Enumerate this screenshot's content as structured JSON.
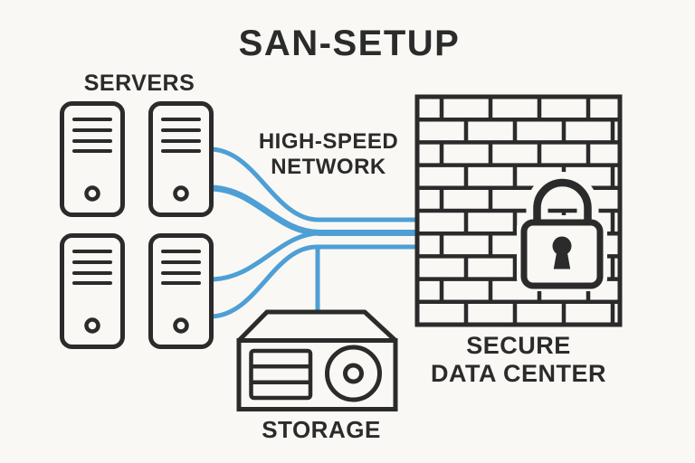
{
  "title": "SAN-SETUP",
  "labels": {
    "servers": "SERVERS",
    "network": {
      "line1": "HIGH-SPEED",
      "line2": "NETWORK"
    },
    "data_center": {
      "line1": "SECURE",
      "line2": "DATA CENTER"
    },
    "storage": "STORAGE"
  },
  "colors": {
    "background": "#FAF8F4",
    "line": "#2B2B2B",
    "network_accent": "#4D9FD6"
  },
  "icons": {
    "servers": "server-tower-icon",
    "firewall": "brick-wall-icon",
    "lock": "padlock-icon",
    "storage": "storage-array-icon",
    "network": "network-cables"
  },
  "diagram": {
    "type": "network-architecture",
    "nodes": [
      {
        "id": "servers",
        "label": "SERVERS",
        "count": 4
      },
      {
        "id": "network",
        "label": "HIGH-SPEED NETWORK"
      },
      {
        "id": "storage",
        "label": "STORAGE"
      },
      {
        "id": "data_center",
        "label": "SECURE DATA CENTER"
      }
    ],
    "edges": [
      {
        "from": "servers",
        "to": "data_center",
        "via": "HIGH-SPEED NETWORK",
        "links": 4
      },
      {
        "from": "storage",
        "to": "network",
        "links": 1
      }
    ]
  }
}
